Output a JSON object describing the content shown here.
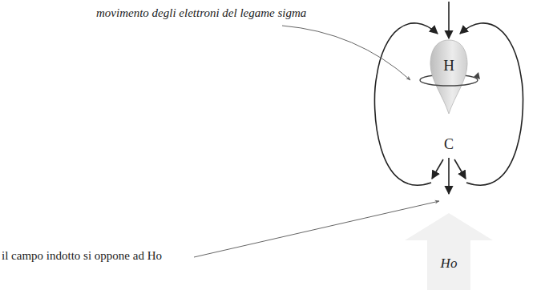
{
  "diagram": {
    "nodes": [
      {
        "text": [
          "H"
        ]
      },
      {
        "text": [
          "Ho"
        ]
      }
    ],
    "labels": [
      "movimento degli elettroni del legame sigma",
      "C",
      "il campo indotto si oppone ad Ho"
    ]
  }
}
